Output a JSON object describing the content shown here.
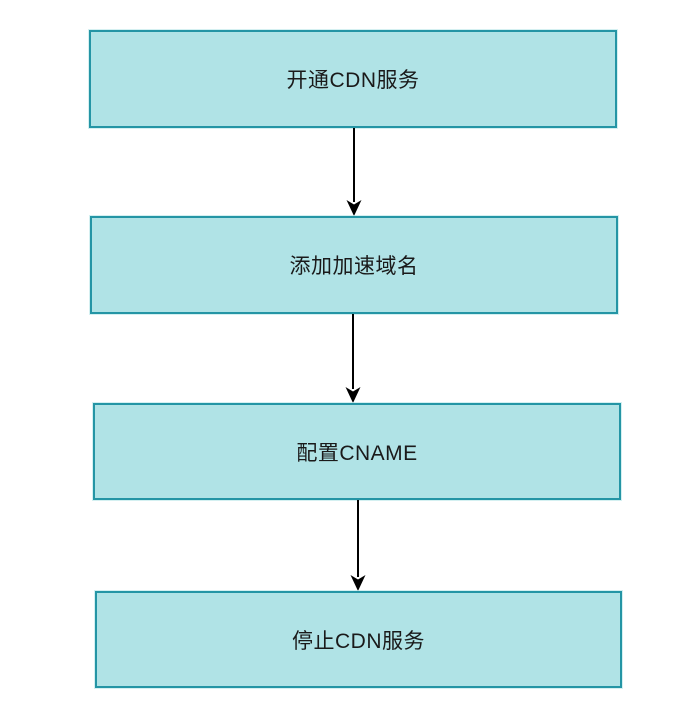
{
  "flowchart": {
    "type": "vertical-flow",
    "node_fill_color": "#b0e3e6",
    "node_border_color": "#2495a5",
    "arrow_color": "#000000",
    "text_color": "#1a1a1a",
    "background_color": "#ffffff",
    "steps": [
      {
        "id": 1,
        "label": "开通CDN服务"
      },
      {
        "id": 2,
        "label": "添加加速域名"
      },
      {
        "id": 3,
        "label": "配置CNAME"
      },
      {
        "id": 4,
        "label": "停止CDN服务"
      }
    ],
    "connections": [
      {
        "from": 1,
        "to": 2,
        "direction": "down"
      },
      {
        "from": 2,
        "to": 3,
        "direction": "down"
      },
      {
        "from": 3,
        "to": 4,
        "direction": "down"
      }
    ]
  }
}
